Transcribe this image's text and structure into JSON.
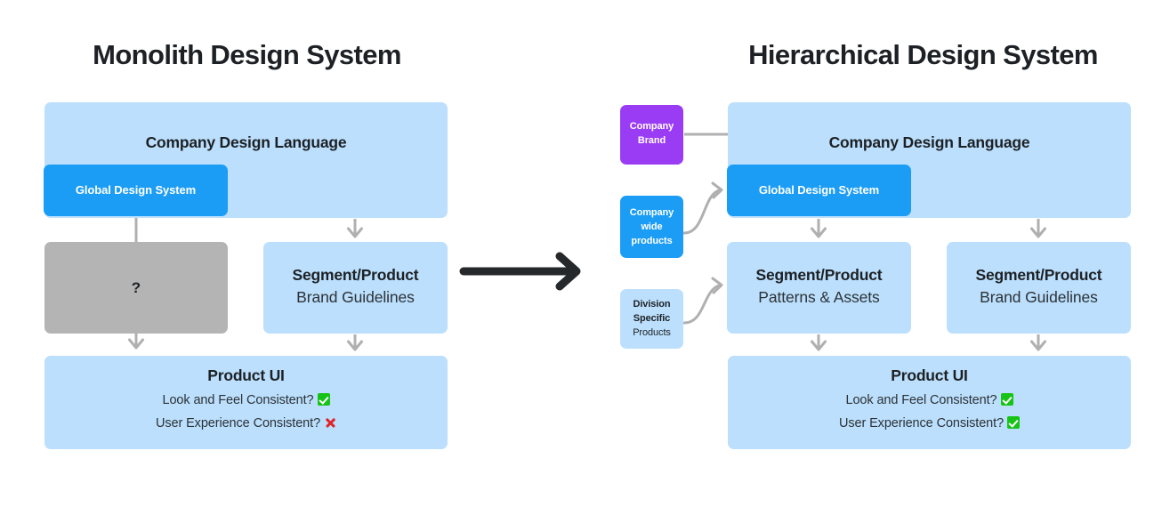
{
  "panels": {
    "left": {
      "title": "Monolith Design System"
    },
    "right": {
      "title": "Hierarchical Design System"
    }
  },
  "colors": {
    "light_blue": "#bbdffc",
    "bright_blue": "#1b9cf5",
    "purple": "#9b3cf5",
    "gray": "#b4b4b4",
    "arrow_gray": "#b0b0b0",
    "arrow_black": "#26292c",
    "check_green": "#17c317",
    "cross_red": "#e0242a",
    "text_dark": "#1d2125"
  },
  "left_panel": {
    "company_design_language": "Company Design Language",
    "global_design_system": "Global Design System",
    "unknown_box": "?",
    "segment_product": {
      "title": "Segment/Product",
      "subtitle": "Brand Guidelines"
    },
    "product_ui": {
      "title": "Product UI",
      "checks": [
        {
          "label": "Look and Feel Consistent?",
          "status": "check"
        },
        {
          "label": "User Experience Consistent?",
          "status": "cross"
        }
      ]
    }
  },
  "right_panel": {
    "inputs": [
      {
        "line1": "Company",
        "line2": "Brand",
        "line3": "",
        "color": "purple"
      },
      {
        "line1": "Company",
        "line2": "wide",
        "line3": "products",
        "color": "bright-blue"
      },
      {
        "line1": "Division",
        "line2": "Specific",
        "line3": "Products",
        "color": "light-blue"
      }
    ],
    "company_design_language": "Company Design Language",
    "global_design_system": "Global Design System",
    "segment_patterns": {
      "title": "Segment/Product",
      "subtitle": "Patterns & Assets"
    },
    "segment_brand": {
      "title": "Segment/Product",
      "subtitle": "Brand Guidelines"
    },
    "product_ui": {
      "title": "Product UI",
      "checks": [
        {
          "label": "Look and Feel Consistent?",
          "status": "check"
        },
        {
          "label": "User Experience Consistent?",
          "status": "check"
        }
      ]
    }
  },
  "transition_arrow": "right-arrow"
}
